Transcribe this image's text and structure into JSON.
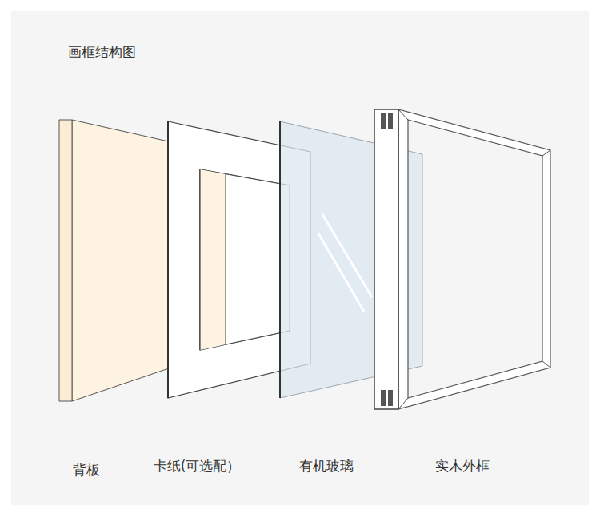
{
  "diagram": {
    "title": "画框结构图",
    "labels": [
      "背板",
      "卡纸(可选配）",
      "有机玻璃",
      "实木外框"
    ]
  }
}
